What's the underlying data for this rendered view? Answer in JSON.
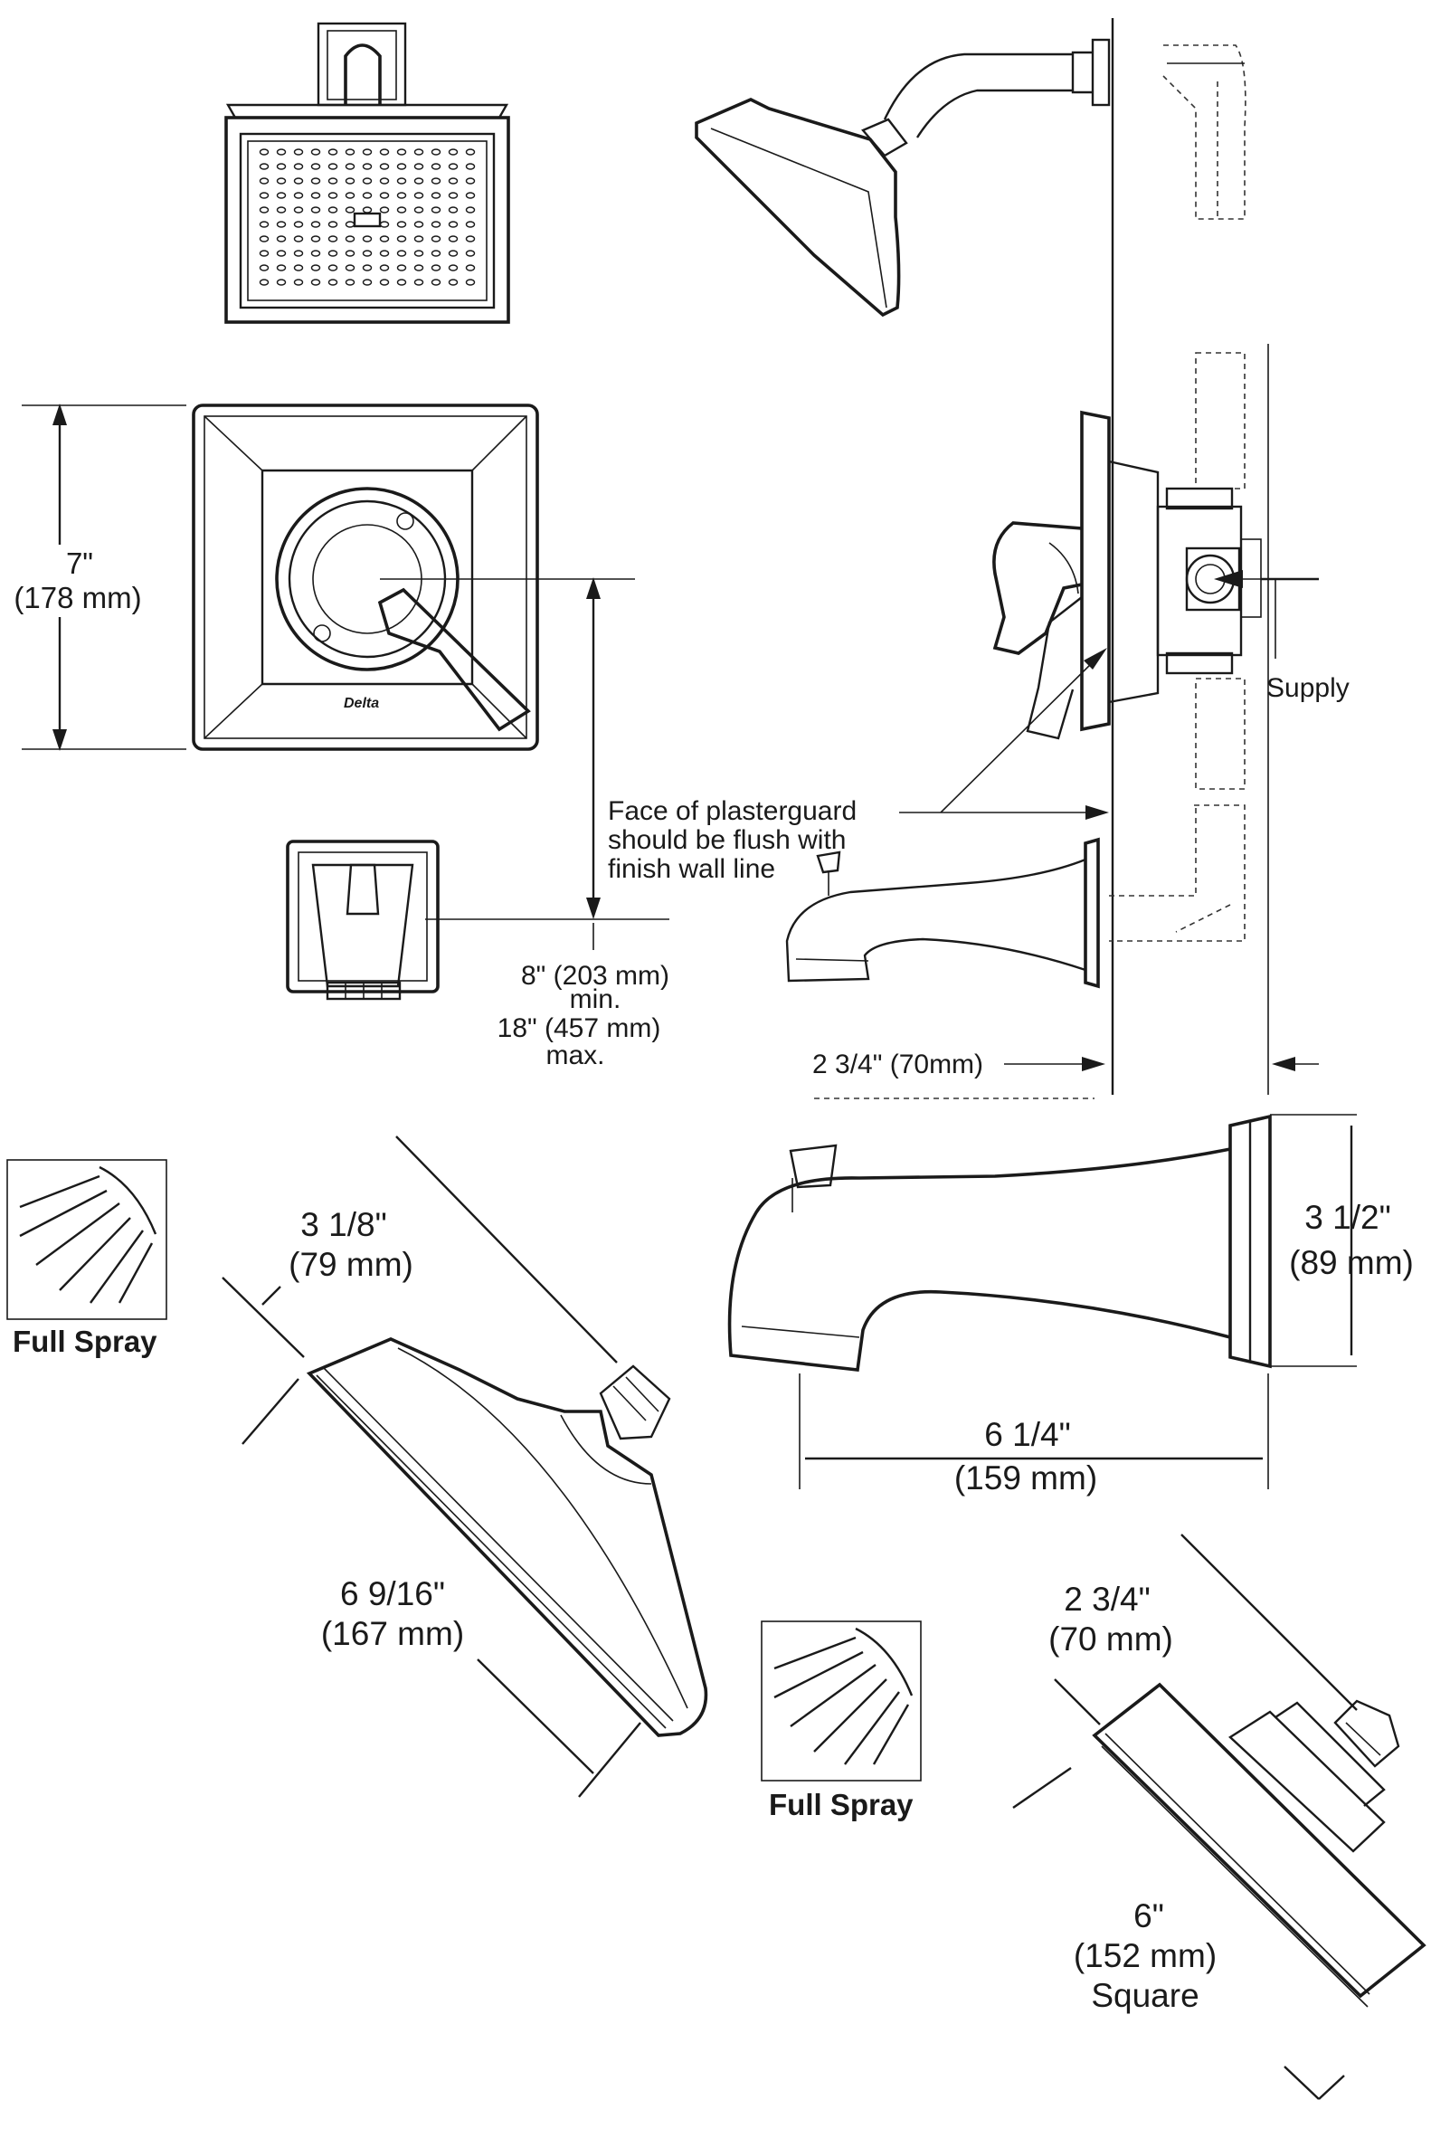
{
  "labels": {
    "valve_height_in": "7\"",
    "valve_height_mm": "(178 mm)",
    "supply": "Supply",
    "plasterguard_line1": "Face of plasterguard",
    "plasterguard_line2": "should be flush with",
    "plasterguard_line3": "finish wall line",
    "spout_dist_min_in": "8\" (203 mm)",
    "spout_dist_min_word": "min.",
    "spout_dist_max_in": "18\" (457 mm)",
    "spout_dist_max_word": "max.",
    "wall_depth": "2 3/4\" (70mm)",
    "head1_depth_in": "3 1/8\"",
    "head1_depth_mm": "(79 mm)",
    "head1_face_in": "6 9/16\"",
    "head1_face_mm": "(167 mm)",
    "spray_label_1": "Full Spray",
    "spout_height_in": "3 1/2\"",
    "spout_height_mm": "(89 mm)",
    "spout_length_in": "6 1/4\"",
    "spout_length_mm": "(159 mm)",
    "head2_depth_in": "2 3/4\"",
    "head2_depth_mm": "(70 mm)",
    "spray_label_2": "Full Spray",
    "head2_face_in": "6\"",
    "head2_face_mm": "(152 mm)",
    "head2_face_shape": "Square",
    "brand_mark": "Delta"
  },
  "icons": {
    "spray_pattern": "full-spray-icon"
  }
}
